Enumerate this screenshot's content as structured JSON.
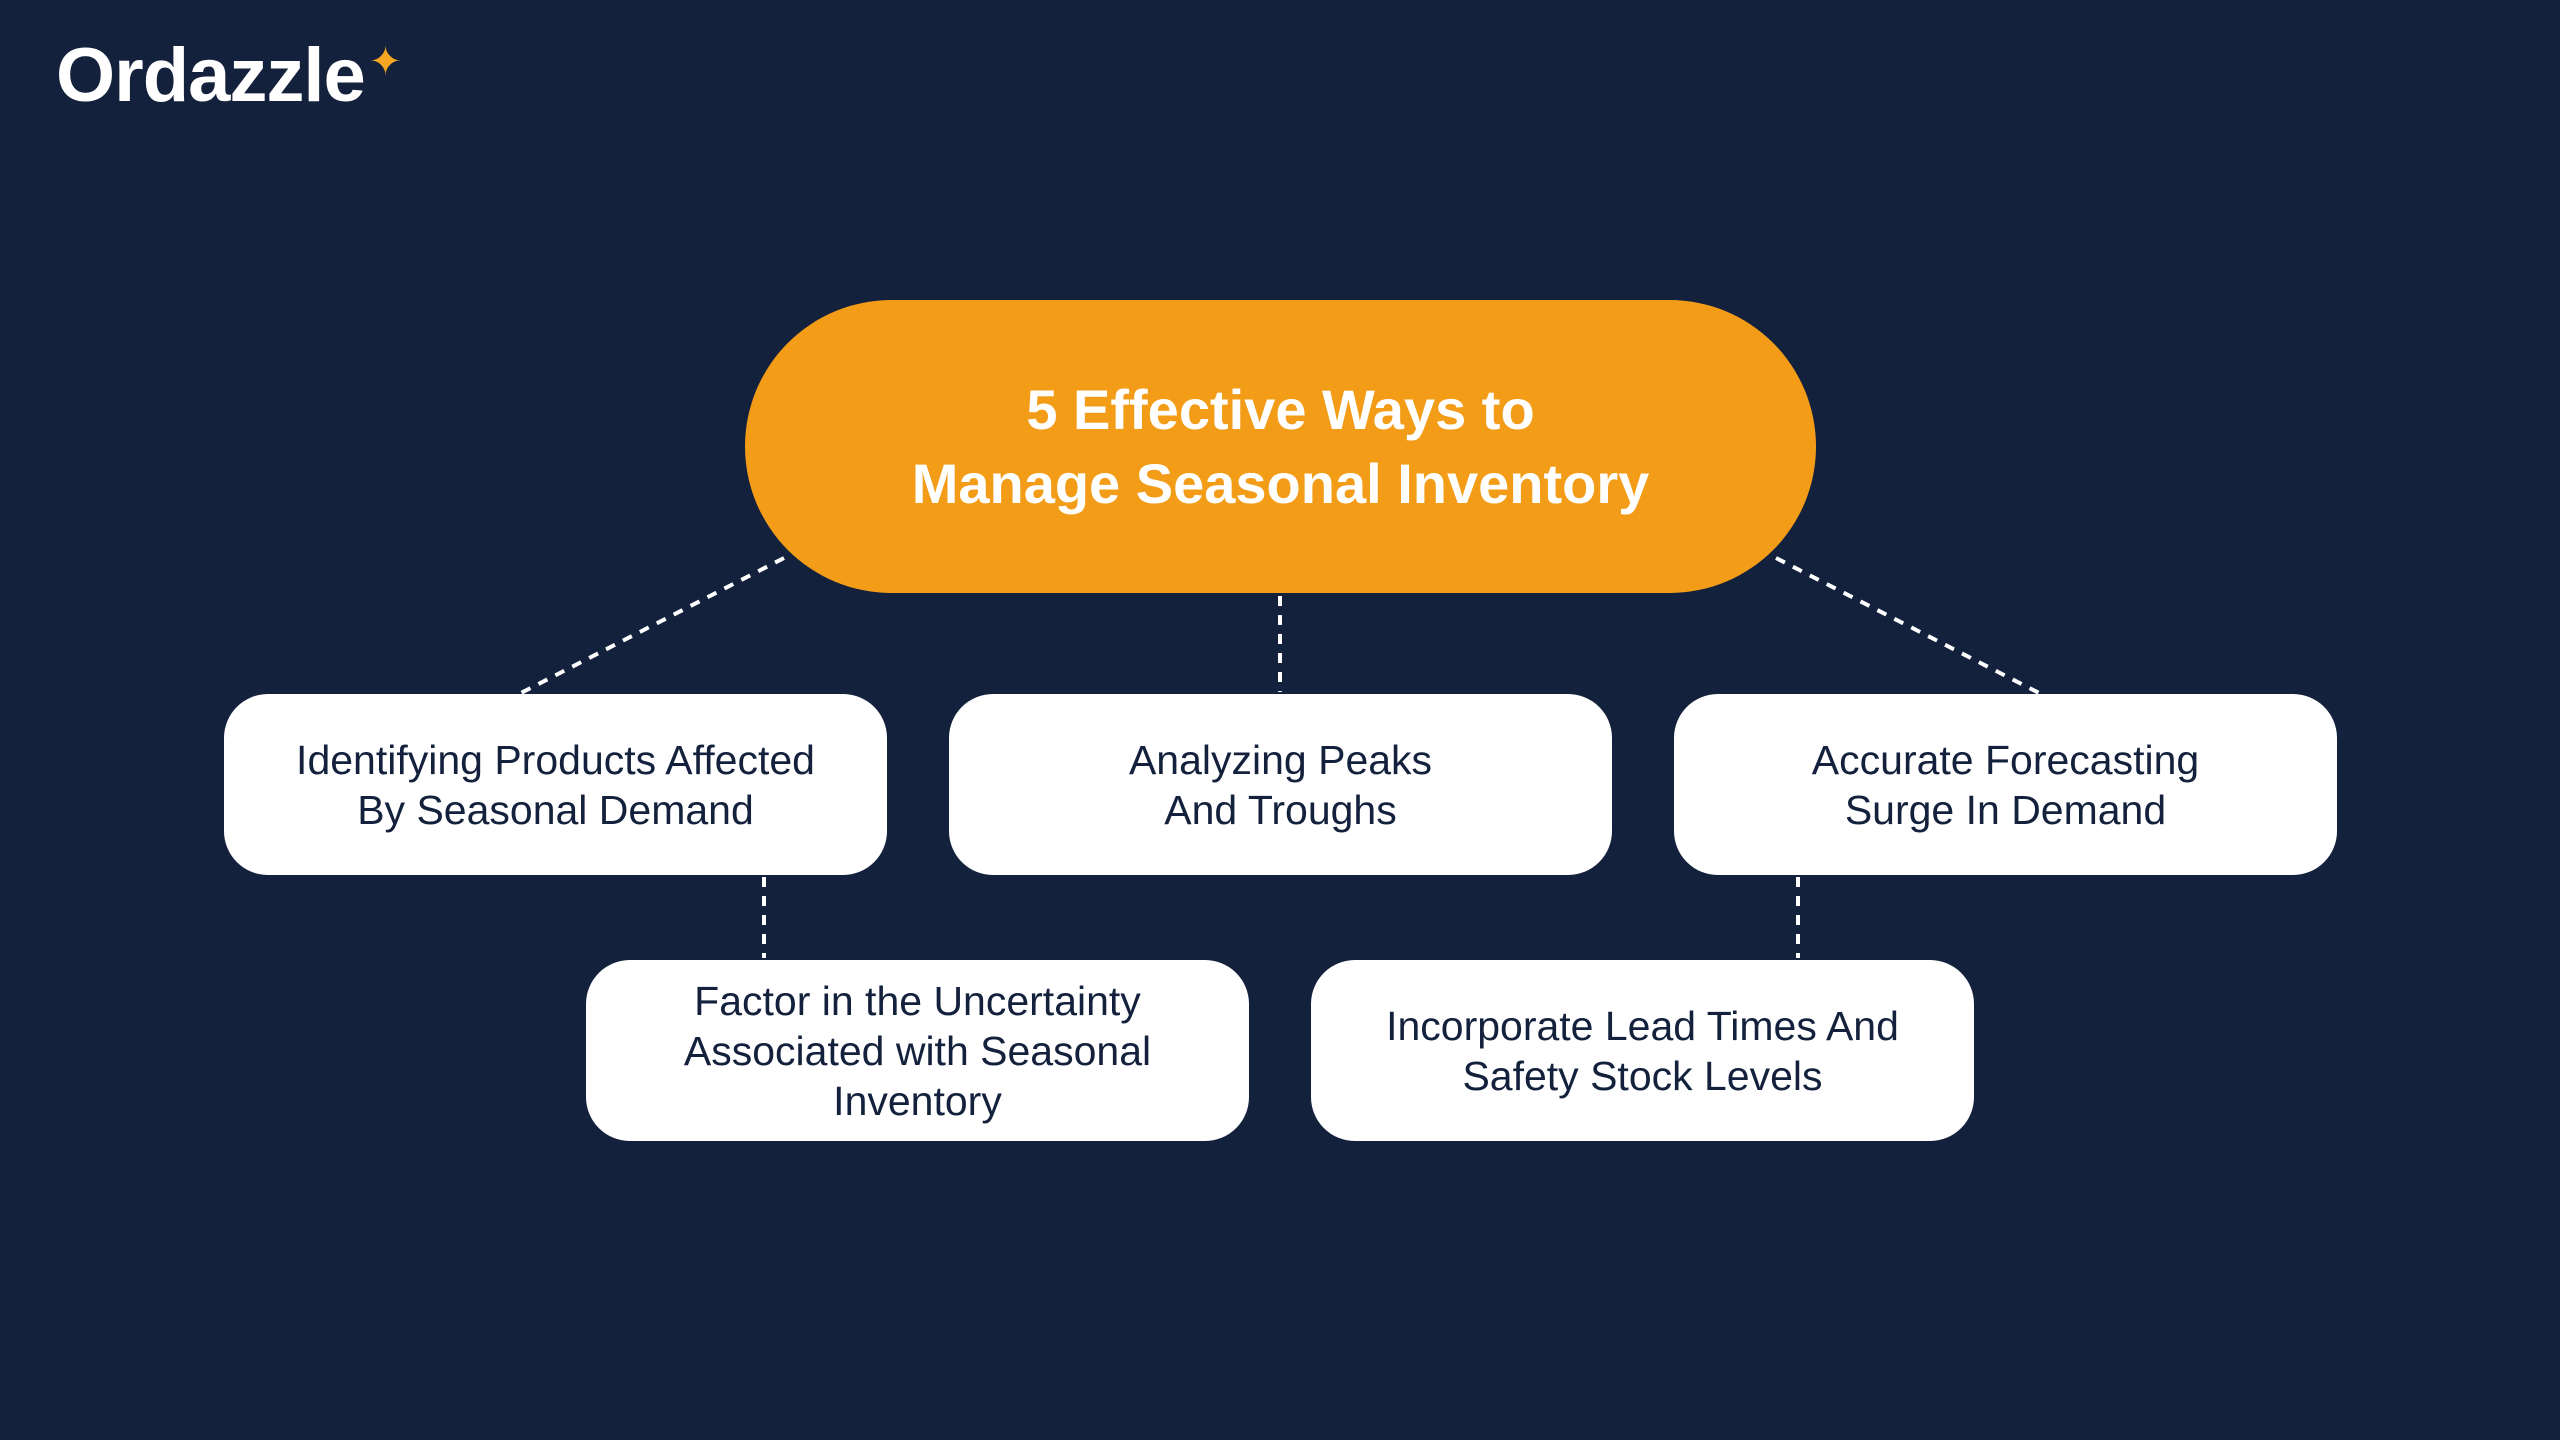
{
  "logo": {
    "text": "Ordazzle"
  },
  "title": {
    "line1": "5 Effective Ways to",
    "line2": "Manage Seasonal Inventory"
  },
  "items": [
    {
      "label": "Identifying Products Affected By Seasonal Demand"
    },
    {
      "label": "Analyzing Peaks And Troughs"
    },
    {
      "label": "Accurate Forecasting Surge In Demand"
    },
    {
      "label": "Factor in the Uncertainty Associated with Seasonal Inventory"
    },
    {
      "label": "Incorporate Lead Times And Safety Stock Levels"
    }
  ],
  "colors": {
    "background": "#14213d",
    "accent": "#f39c17",
    "box": "#ffffff"
  }
}
